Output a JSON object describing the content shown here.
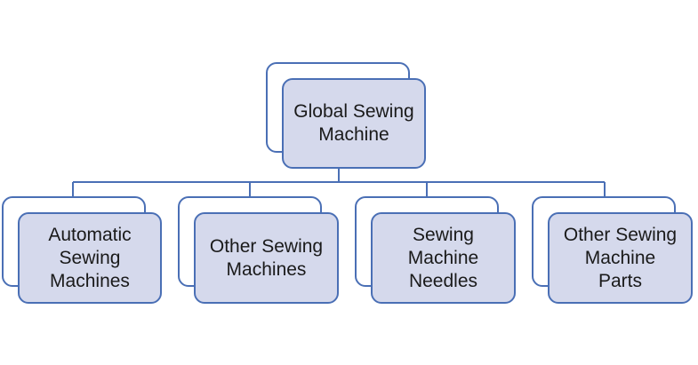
{
  "diagram": {
    "root": {
      "label": "Global Sewing\nMachine"
    },
    "children": [
      {
        "label": "Automatic\nSewing\nMachines"
      },
      {
        "label": "Other Sewing\nMachines"
      },
      {
        "label": "Sewing\nMachine\nNeedles"
      },
      {
        "label": "Other Sewing\nMachine\nParts"
      }
    ],
    "colors": {
      "border": "#4a6fb5",
      "fill": "#d5d9ec",
      "connector": "#4a6fb5"
    }
  }
}
